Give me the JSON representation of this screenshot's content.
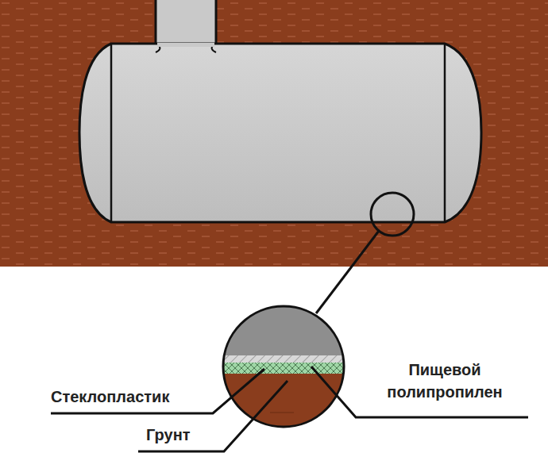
{
  "diagram": {
    "labels": [
      "Стеклопластик",
      "Грунт",
      "Пищевой полипропилен"
    ]
  }
}
